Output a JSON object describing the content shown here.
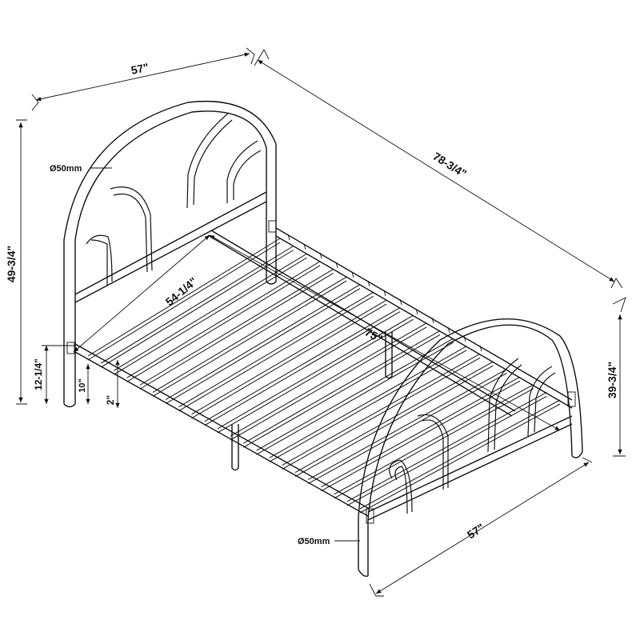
{
  "dimensions": {
    "top_width": "57\"",
    "overall_length": "78-3/4\"",
    "headboard_height": "49-3/4\"",
    "footboard_height": "39-3/4\"",
    "bottom_width": "57\"",
    "inner_width": "54-1/4\"",
    "inner_length": "75\"",
    "rail_height": "12-1/4\"",
    "leg_clearance": "10\"",
    "slat_drop": "2\"",
    "tube_headboard": "Ø50mm",
    "tube_footboard": "Ø50mm"
  },
  "colors": {
    "line": "#111111",
    "background": "#ffffff"
  }
}
